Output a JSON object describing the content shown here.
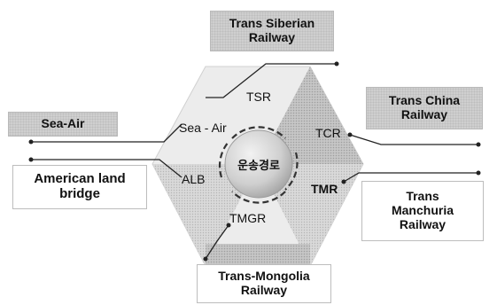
{
  "center": {
    "label": "운송경로"
  },
  "segments": {
    "tsr": "TSR",
    "tcr": "TCR",
    "tmr": "TMR",
    "tmgr": "TMGR",
    "alb": "ALB",
    "sea_air": "Sea - Air"
  },
  "boxes": {
    "trans_siberian": {
      "line1": "Trans Siberian",
      "line2": "Railway"
    },
    "trans_china": {
      "line1": "Trans China",
      "line2": "Railway"
    },
    "sea_air": {
      "line1": "Sea-Air"
    },
    "american_land_bridge": {
      "line1": "American land",
      "line2": "bridge"
    },
    "trans_manchuria": {
      "line1": "Trans",
      "line2": "Manchuria",
      "line3": "Railway"
    },
    "trans_mongolia": {
      "line1": "Trans-Mongolia",
      "line2": "Railway"
    }
  },
  "colors": {
    "gray_box": "#cfcfcf",
    "hexagon_light": "#e2e2e2",
    "hexagon_dark": "#bdbdbd",
    "globe": "#d4d4d4"
  }
}
